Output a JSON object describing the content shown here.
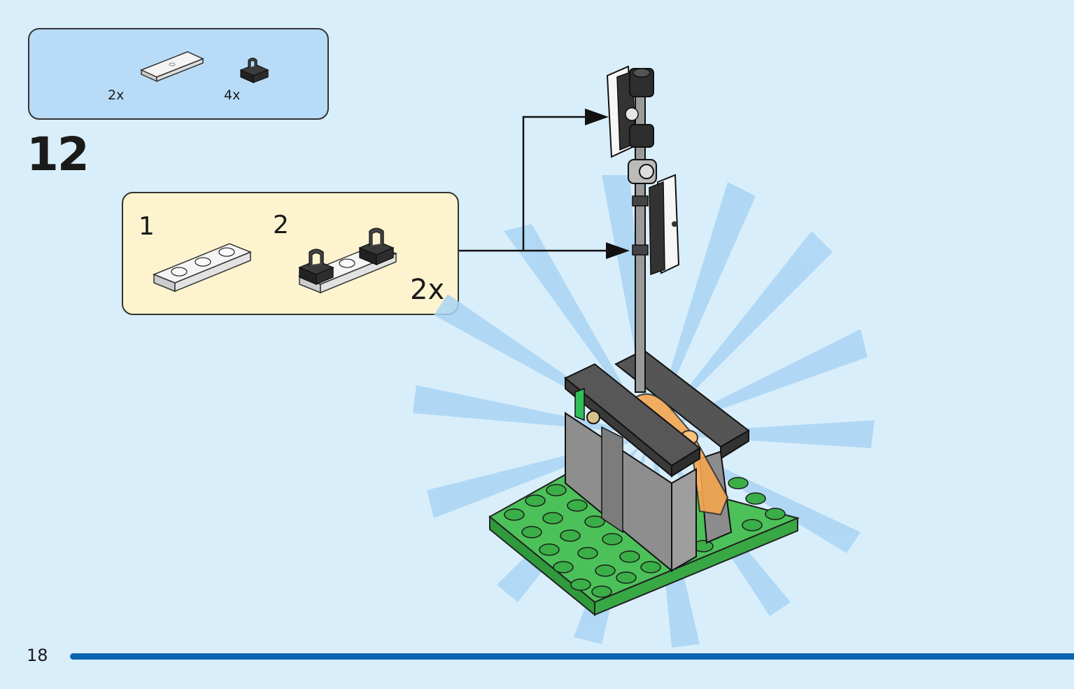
{
  "parts_box": {
    "parts": [
      {
        "count": "2x",
        "icon": "white-tile-icon"
      },
      {
        "count": "4x",
        "icon": "black-clip-icon"
      }
    ]
  },
  "step": {
    "number": "12"
  },
  "sub_assembly": {
    "steps": [
      {
        "label": "1"
      },
      {
        "label": "2"
      }
    ],
    "multiplier": "2x"
  },
  "page": {
    "number": "18"
  },
  "colors": {
    "background": "#d9eefb",
    "parts_box": "#b8dcf7",
    "sub_box": "#fdf4cf",
    "page_bar": "#0a64b0",
    "baseplate": "#3db54a",
    "wall": "#8c8c8c",
    "dark_grey": "#4a4a4a"
  }
}
